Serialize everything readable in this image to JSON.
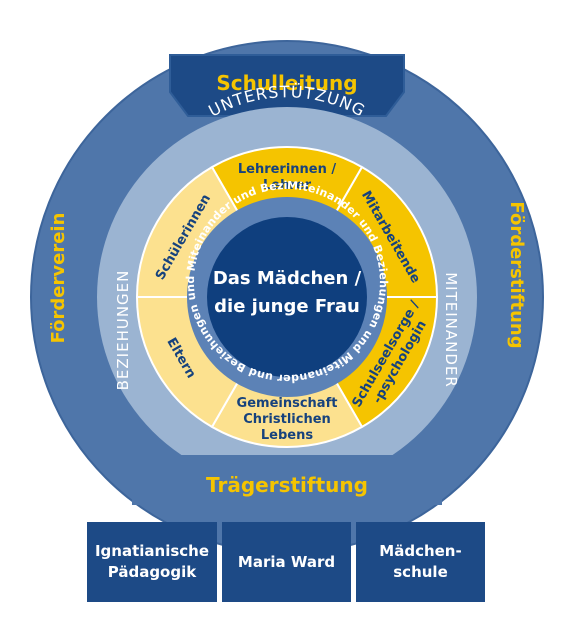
{
  "colors": {
    "outer_ring": "#4f76aa",
    "outer_border": "#3d659b",
    "support_ring": "#9bb4d2",
    "gold": "#f5c400",
    "light_gold": "#fce18f",
    "navy": "#16427d",
    "center": "#0f3f7e",
    "mid_blue": "#5c82b6",
    "label_blue": "#6e90bf",
    "white": "#ffffff"
  },
  "outer_ring": {
    "top": "Schulleitung",
    "left": "Förderverein",
    "right": "Förderstiftung",
    "bottom": "Trägerstiftung"
  },
  "support_ring": {
    "top": "UNTERSTÜTZUNG",
    "left": "BEZIEHUNGEN",
    "right": "MITEINANDER"
  },
  "segments": [
    {
      "label": "Lehrerinnen /\nLehrer",
      "style": "gold"
    },
    {
      "label": "Mitarbeitende",
      "style": "gold"
    },
    {
      "label": "Schulseelsorge /\n-psychologin",
      "style": "gold"
    },
    {
      "label": "Gemeinschaft\nChristlichen\nLebens",
      "style": "light"
    },
    {
      "label": "Eltern",
      "style": "light"
    },
    {
      "label": "Schülerinnen",
      "style": "light"
    }
  ],
  "inner_ring_text": "Miteinander und Beziehungen und Miteinander und Beziehungen und Miteinander und Beziehungen und Miteinander und Beziehungen und",
  "center": {
    "line1": "Das Mädchen /",
    "line2": "die junge Frau"
  },
  "pillars": [
    {
      "label": "Ignatianische\nPädagogik"
    },
    {
      "label": "Maria Ward"
    },
    {
      "label": "Mädchen-\nschule"
    }
  ]
}
